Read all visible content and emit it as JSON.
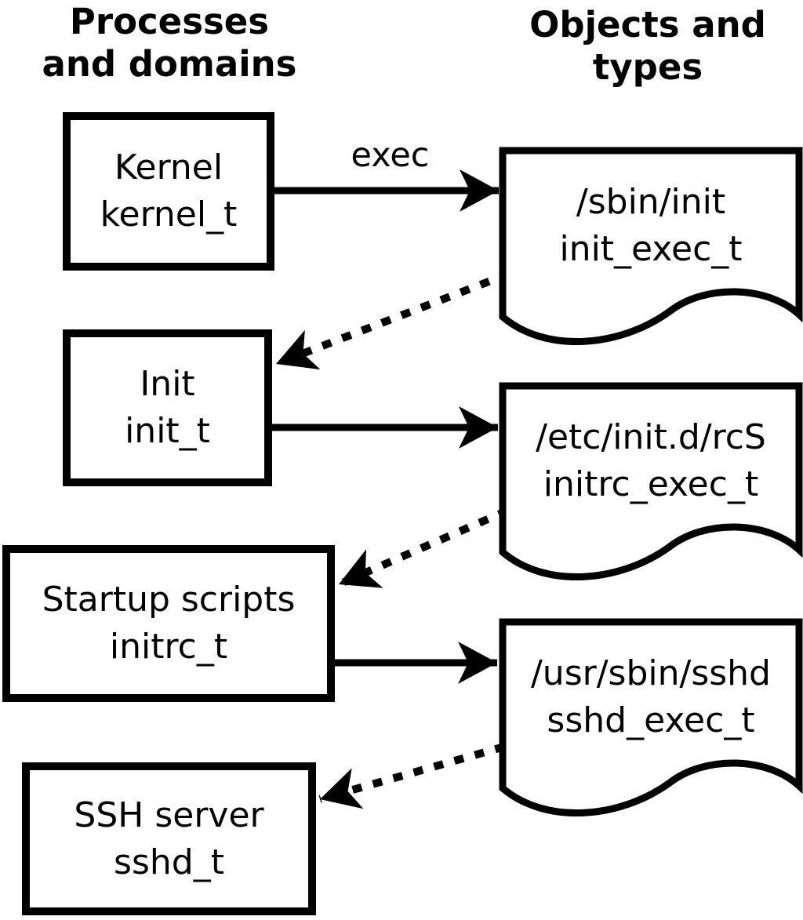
{
  "headers": {
    "left": {
      "line1": "Processes",
      "line2": "and domains"
    },
    "right": {
      "line1": "Objects and",
      "line2": "types"
    }
  },
  "process_boxes": [
    {
      "label": "Kernel",
      "domain": "kernel_t"
    },
    {
      "label": "Init",
      "domain": "init_t"
    },
    {
      "label": "Startup scripts",
      "domain": "initrc_t"
    },
    {
      "label": "SSH server",
      "domain": "sshd_t"
    }
  ],
  "object_docs": [
    {
      "path": "/sbin/init",
      "type": "init_exec_t"
    },
    {
      "path": "/etc/init.d/rcS",
      "type": "initrc_exec_t"
    },
    {
      "path": "/usr/sbin/sshd",
      "type": "sshd_exec_t"
    }
  ],
  "edges": {
    "exec_label": "exec"
  },
  "colors": {
    "line": "#000000",
    "background": "#ffffff"
  }
}
